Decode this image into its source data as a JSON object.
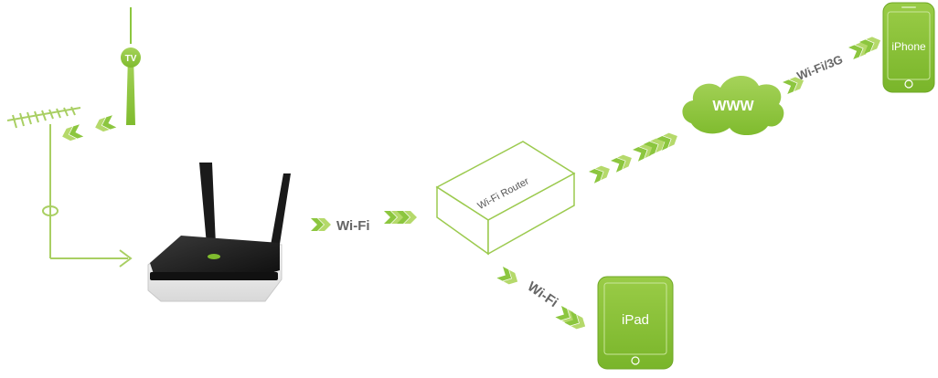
{
  "labels": {
    "tv": "TV",
    "wifi_left": "Wi-Fi",
    "wifi_router": "Wi-Fi Router",
    "wifi_down": "Wi-Fi",
    "www": "WWW",
    "wifi_3g": "Wi-Fi/3G",
    "iphone": "iPhone",
    "ipad": "iPad"
  },
  "colors": {
    "green_dark": "#8cc63f",
    "green_light": "#b5d96b",
    "green_fill": "#8dc63f",
    "line_green": "#a9cf63",
    "text_gray": "#666666",
    "router_black": "#1a1a1a"
  },
  "icons": {
    "tv_tower": "tv-tower-icon",
    "antenna": "antenna-icon",
    "router_device": "router-device-icon",
    "wifi_router_box": "wifi-router-box-icon",
    "cloud": "cloud-icon",
    "iphone": "iphone-icon",
    "ipad": "ipad-icon",
    "chevrons": "double-chevron-icon"
  }
}
